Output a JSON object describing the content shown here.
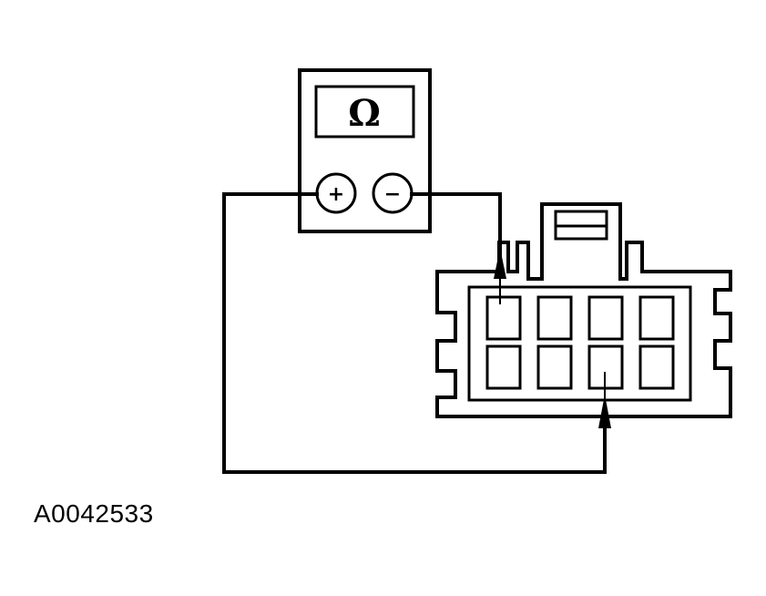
{
  "meter": {
    "display_symbol": "Ω",
    "positive_terminal": "+",
    "negative_terminal": "−"
  },
  "connector": {
    "pin_rows": 2,
    "pin_columns": 4
  },
  "figure_id": "A0042533",
  "colors": {
    "line": "#000000",
    "background": "#ffffff"
  }
}
